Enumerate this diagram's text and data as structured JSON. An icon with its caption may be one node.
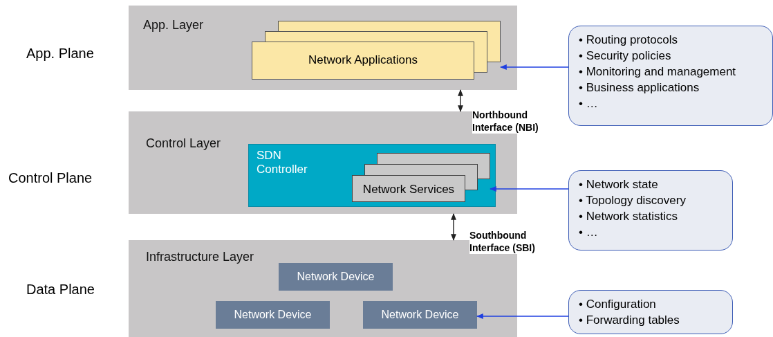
{
  "diagram": {
    "nodes": [
      {
        "text": [
          "App. Layer"
        ]
      },
      {
        "text": [
          "Network Applications"
        ],
        "in": 0
      },
      {
        "text": [
          "Control Layer"
        ]
      },
      {
        "text": [
          "SDN Controller"
        ],
        "in": 2
      },
      {
        "text": [
          "Network Services"
        ],
        "in": 3
      },
      {
        "text": [
          "Infrastructure Layer"
        ]
      },
      {
        "text": [
          "Network Device"
        ],
        "in": 5
      },
      {
        "text": [
          "Network Device"
        ],
        "in": 5
      },
      {
        "text": [
          "Network Device"
        ],
        "in": 5
      },
      {
        "text": [
          "• Routing protocols",
          "• Security policies",
          "• Monitoring and management",
          "• Business applications",
          "• …"
        ]
      },
      {
        "text": [
          "• Network state",
          "• Topology discovery",
          "• Network statistics",
          "• …"
        ]
      },
      {
        "text": [
          "• Configuration",
          "• Forwarding tables"
        ]
      }
    ],
    "edges": [
      {
        "from": 0,
        "to": 2,
        "arrow": "both",
        "label": "Northbound Interface (NBI)",
        "color": "#222222"
      },
      {
        "from": 2,
        "to": 5,
        "arrow": "both",
        "label": "Southbound Interface (SBI)",
        "color": "#222222"
      },
      {
        "from": 9,
        "to": 1,
        "arrow": "to",
        "color": "#1f3fe0"
      },
      {
        "from": 10,
        "to": 4,
        "arrow": "to",
        "color": "#1f3fe0"
      },
      {
        "from": 11,
        "to": 8,
        "arrow": "to",
        "color": "#1f3fe0"
      }
    ],
    "labels": [
      "App. Plane",
      "Control Plane",
      "Data Plane"
    ]
  }
}
